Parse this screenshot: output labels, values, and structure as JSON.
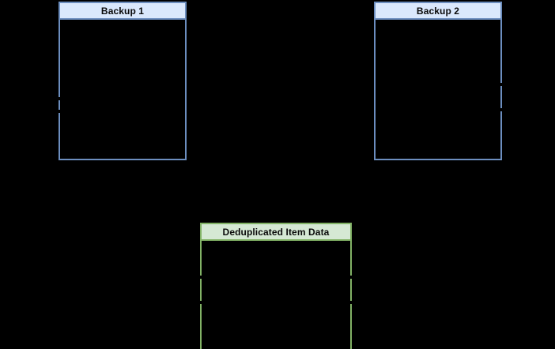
{
  "diagram": {
    "type": "entity-relationship",
    "background_color": "#000000",
    "entities": [
      {
        "id": "backup-1",
        "title": "Backup 1",
        "header_fill": "#dae8fc",
        "border_color": "#6c8ebf",
        "body_fill": "#000000",
        "connection_points": [
          "left"
        ]
      },
      {
        "id": "backup-2",
        "title": "Backup 2",
        "header_fill": "#dae8fc",
        "border_color": "#6c8ebf",
        "body_fill": "#000000",
        "connection_points": [
          "right"
        ]
      },
      {
        "id": "dedup-item-data",
        "title": "Deduplicated Item Data",
        "header_fill": "#d5e8d4",
        "border_color": "#82b366",
        "body_fill": "#000000",
        "connection_points": [
          "left",
          "right"
        ]
      }
    ]
  }
}
